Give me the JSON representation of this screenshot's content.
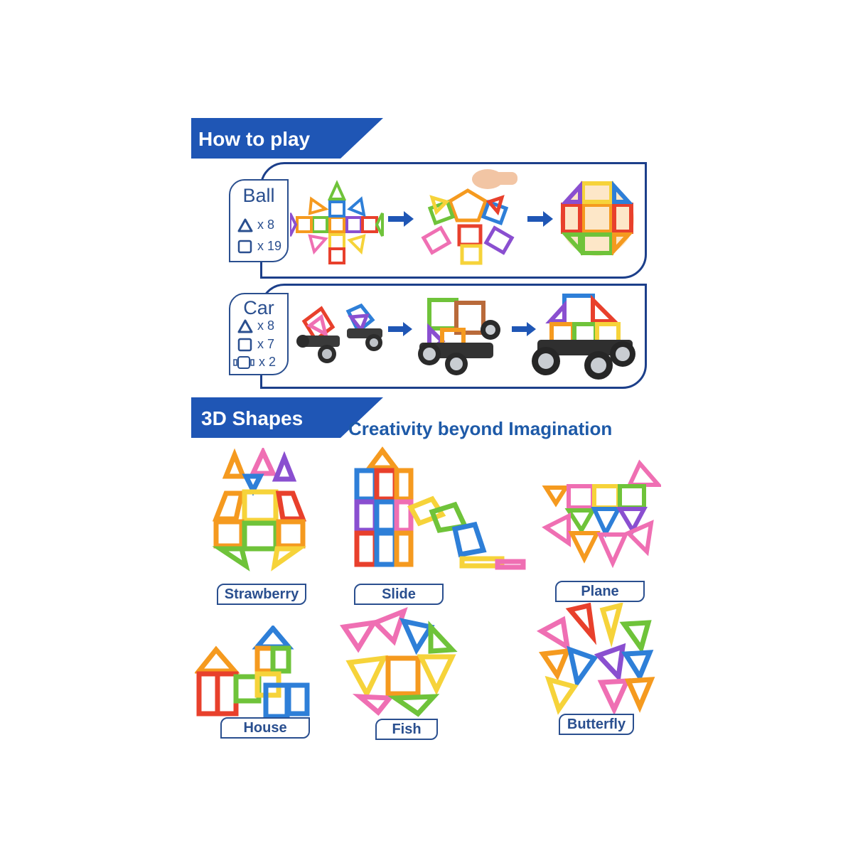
{
  "sections": {
    "how_to_play": "How to play",
    "shapes": "3D Shapes",
    "tagline": "Creativity beyond Imagination"
  },
  "ball": {
    "title": "Ball",
    "triangles": "x 8",
    "squares": "x 19"
  },
  "car": {
    "title": "Car",
    "triangles": "x 8",
    "squares": "x 7",
    "wheels": "x 2"
  },
  "shapes": [
    {
      "label": "Strawberry"
    },
    {
      "label": "Slide"
    },
    {
      "label": "Plane"
    },
    {
      "label": "House"
    },
    {
      "label": "Fish"
    },
    {
      "label": "Butterfly"
    }
  ],
  "colors": {
    "brand_blue": "#1c3f8a",
    "tile_red": "#e8402c",
    "tile_orange": "#f59a1f",
    "tile_yellow": "#f6d33a",
    "tile_green": "#6fc33a",
    "tile_blue": "#2e7fd8",
    "tile_purple": "#8a4fd0",
    "tile_pink": "#ef6fb3"
  },
  "icons": [
    "triangle-icon",
    "square-icon",
    "wheel-icon",
    "arrow-right-icon"
  ]
}
